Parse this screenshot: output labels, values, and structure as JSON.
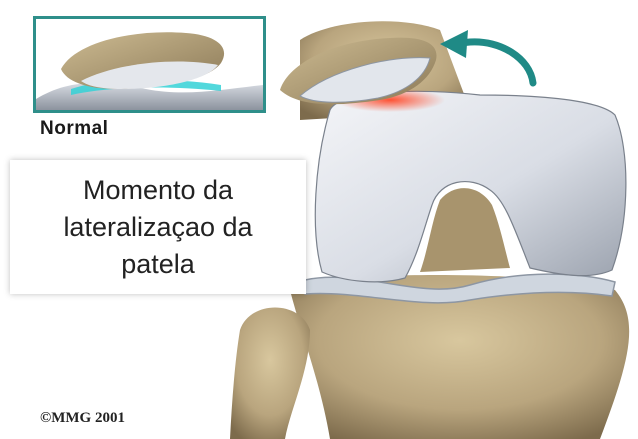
{
  "inset": {
    "label": "Normal"
  },
  "caption": {
    "text": "Momento da\nlateralizaçao da\npatela"
  },
  "copyright": "©MMG 2001",
  "colors": {
    "inset_border": "#2f8f8a",
    "arrow": "#1f8a86",
    "cartilage_highlight": "#34d1d6",
    "friction_glow": "#ff4a2a",
    "bone": "#b9a57e",
    "cartilage": "#dfe3ea"
  },
  "icons": {
    "arrow": "curved-arrow-icon"
  }
}
